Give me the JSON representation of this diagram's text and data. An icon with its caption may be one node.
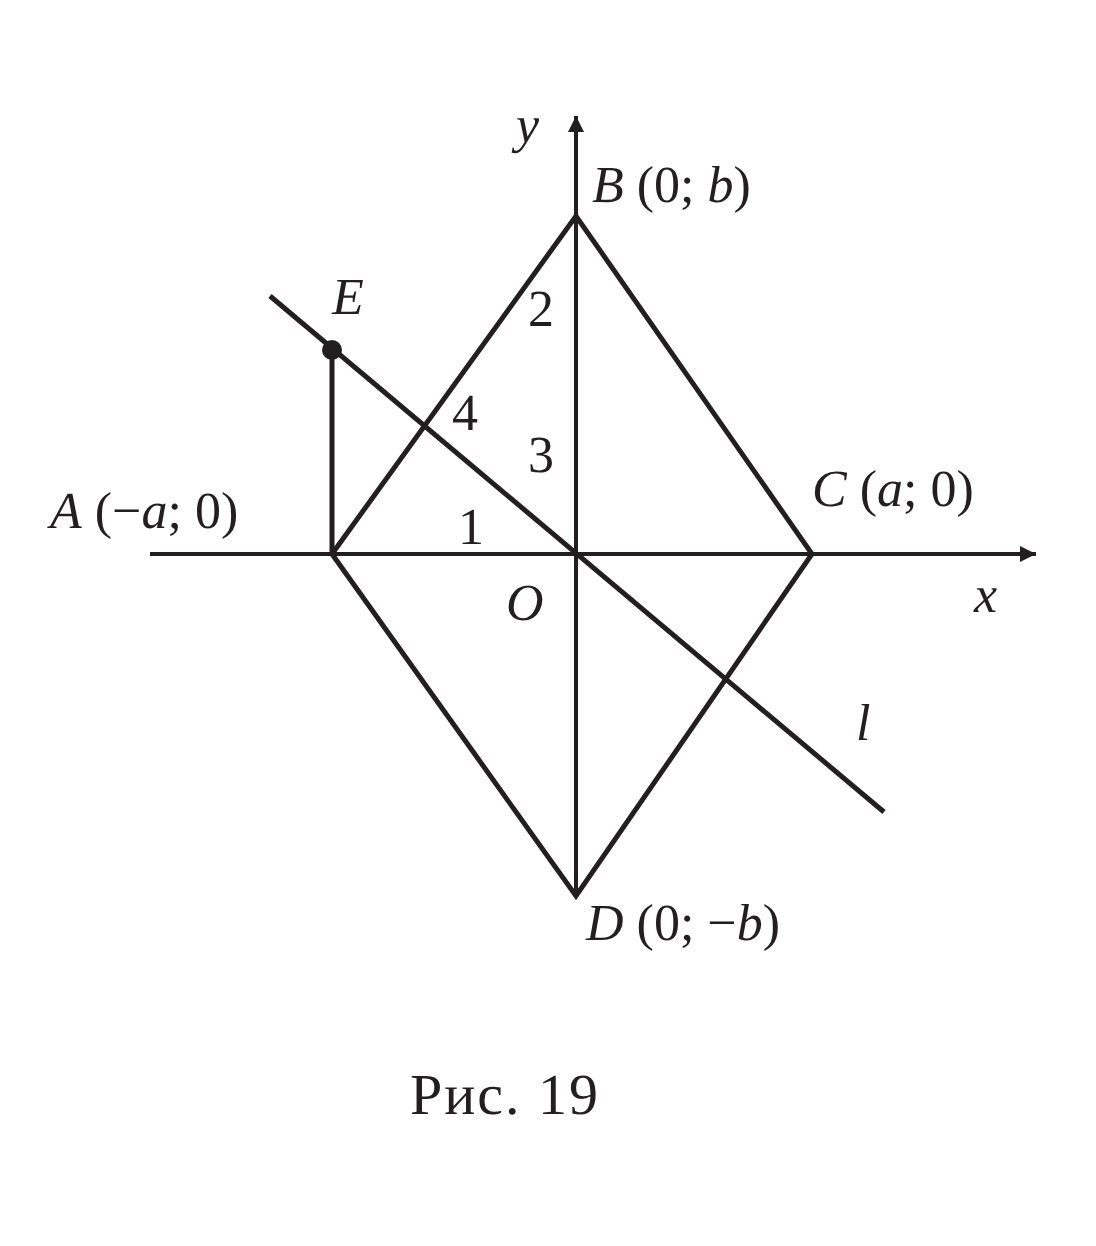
{
  "diagram": {
    "caption": "Рис. 19",
    "labels": [
      "y",
      "*B* (0; *b*)",
      "E",
      "2",
      "4",
      "3",
      "*A* (−*a*; 0)",
      "1",
      "*C* (*a*; 0)",
      "*O*",
      "x",
      "l",
      "*D* (0; −*b*)"
    ]
  }
}
